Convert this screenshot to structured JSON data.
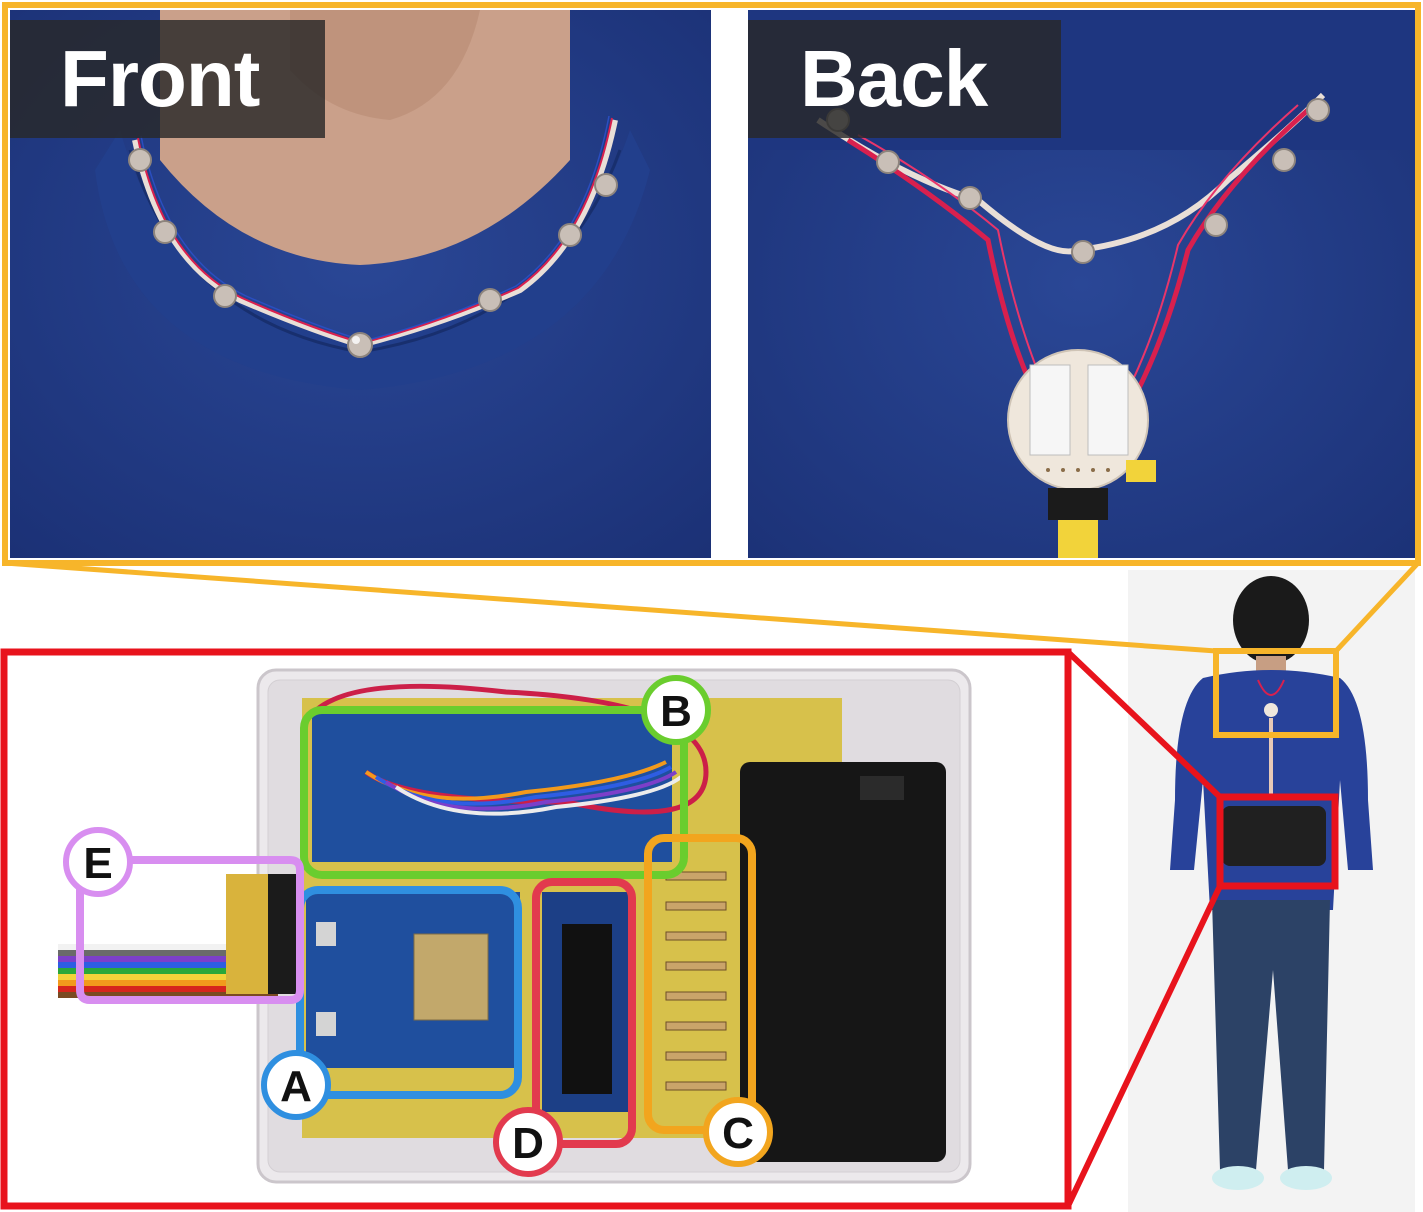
{
  "top_panels": {
    "front_label": "Front",
    "back_label": "Back"
  },
  "callouts": [
    {
      "letter": "A",
      "color": "#2f8fe0"
    },
    {
      "letter": "B",
      "color": "#6acd2e"
    },
    {
      "letter": "C",
      "color": "#f2a51e"
    },
    {
      "letter": "D",
      "color": "#e23a4e"
    },
    {
      "letter": "E",
      "color": "#d88ef0"
    }
  ],
  "colors": {
    "frame_orange": "#f7b52a",
    "frame_red": "#e8131c",
    "sweater_blue": "#1f3a8a",
    "wire_red": "#d8204e"
  }
}
